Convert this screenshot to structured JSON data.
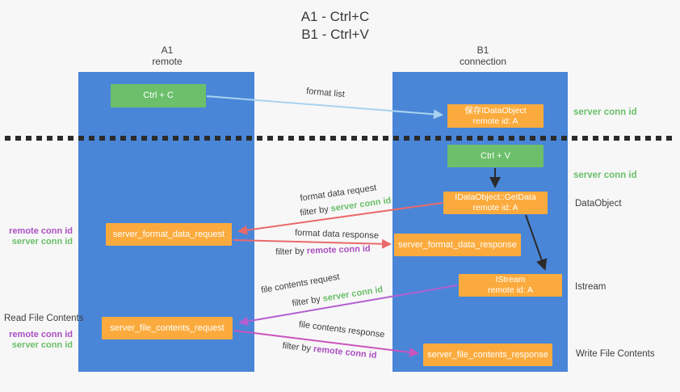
{
  "title": {
    "line1": "A1 - Ctrl+C",
    "line2": "B1 - Ctrl+V"
  },
  "lanes": {
    "left": {
      "name": "A1",
      "role": "remote"
    },
    "right": {
      "name": "B1",
      "role": "connection"
    }
  },
  "nodes": {
    "ctrl_c": {
      "label": "Ctrl + C"
    },
    "save_idataobject": {
      "line1": "保存IDataObject",
      "line2": "remote id: A"
    },
    "ctrl_v": {
      "label": "Ctrl + V"
    },
    "getdata": {
      "line1": "IDataObject::GetData",
      "line2": "remote id: A"
    },
    "istream": {
      "line1": "IStream",
      "line2": "remote id: A"
    },
    "format_request": {
      "label": "server_format_data_request"
    },
    "format_response": {
      "label": "server_format_data_response"
    },
    "file_request": {
      "label": "server_file_contents_request"
    },
    "file_response": {
      "label": "server_file_contents_response"
    }
  },
  "arrows": {
    "format_list": {
      "label": "format list"
    },
    "format_data_request": {
      "label": "format data request",
      "filter_prefix": "filter by",
      "filter_key": "server conn id"
    },
    "format_data_response": {
      "label": "format data response",
      "filter_prefix": "filter by",
      "filter_key": "remote conn id"
    },
    "file_contents_request": {
      "label": "file contents request",
      "filter_prefix": "filter by",
      "filter_key": "server conn id"
    },
    "file_contents_response": {
      "label": "file contents response",
      "filter_prefix": "filter by",
      "filter_key": "remote conn id"
    }
  },
  "side_labels": {
    "right_top_server_conn_id": "server conn id",
    "right_mid_server_conn_id": "server conn id",
    "dataobject": "DataObject",
    "istream": "Istream",
    "write_file_contents": "Write File Contents",
    "read_file_contents": "Read File Contents",
    "left_top": {
      "remote": "remote conn id",
      "server": "server conn id"
    },
    "left_bottom": {
      "remote": "remote conn id",
      "server": "server conn id"
    }
  },
  "colors": {
    "lane_blue": "#4a86d8",
    "box_green": "#6cbf6b",
    "box_orange": "#fbab3d",
    "arrow_light_blue": "#a9d3ef",
    "arrow_red": "#e96a6a",
    "arrow_purple": "#b35fd1",
    "arrow_magenta": "#cb54bd",
    "arrow_black": "#2b2b2b",
    "text_green": "#6abf69",
    "text_purple": "#ab4fc2",
    "text_dark": "#3d3d3d",
    "background": "#f7f7f7"
  }
}
